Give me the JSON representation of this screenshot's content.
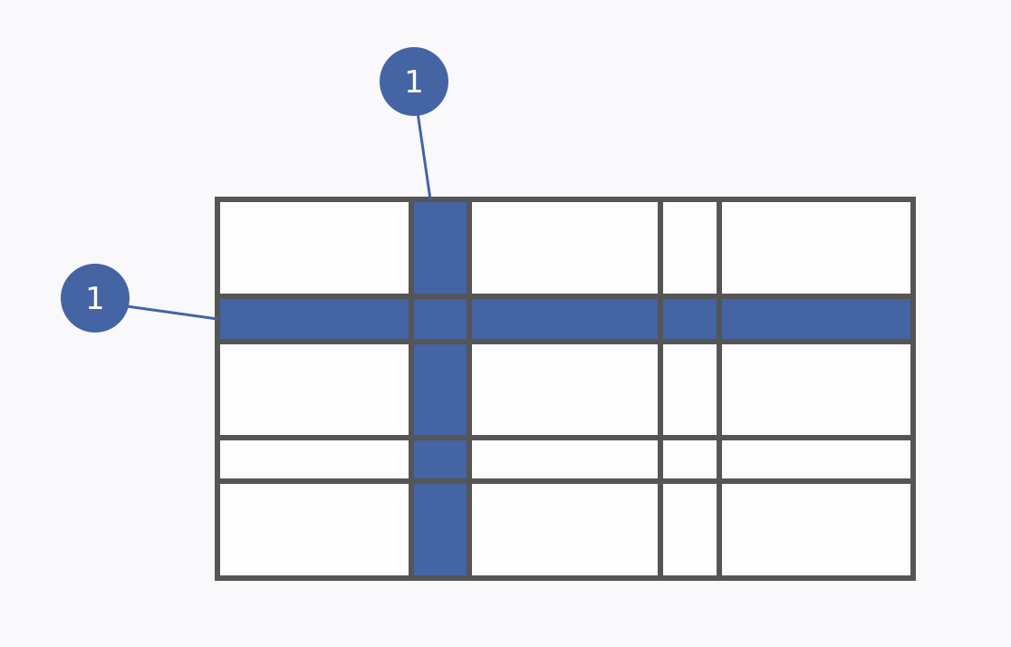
{
  "colors": {
    "background": "#f9f9fb",
    "grid_line": "#555555",
    "highlight": "#4464a4",
    "cell_fill": "#fdfdfe",
    "badge_text": "#ffffff"
  },
  "grid": {
    "columns": 5,
    "rows": 5,
    "highlighted_column_index": 1,
    "highlighted_row_index": 1
  },
  "callouts": [
    {
      "label": "1",
      "points_to": "highlighted-column"
    },
    {
      "label": "1",
      "points_to": "highlighted-row"
    }
  ]
}
